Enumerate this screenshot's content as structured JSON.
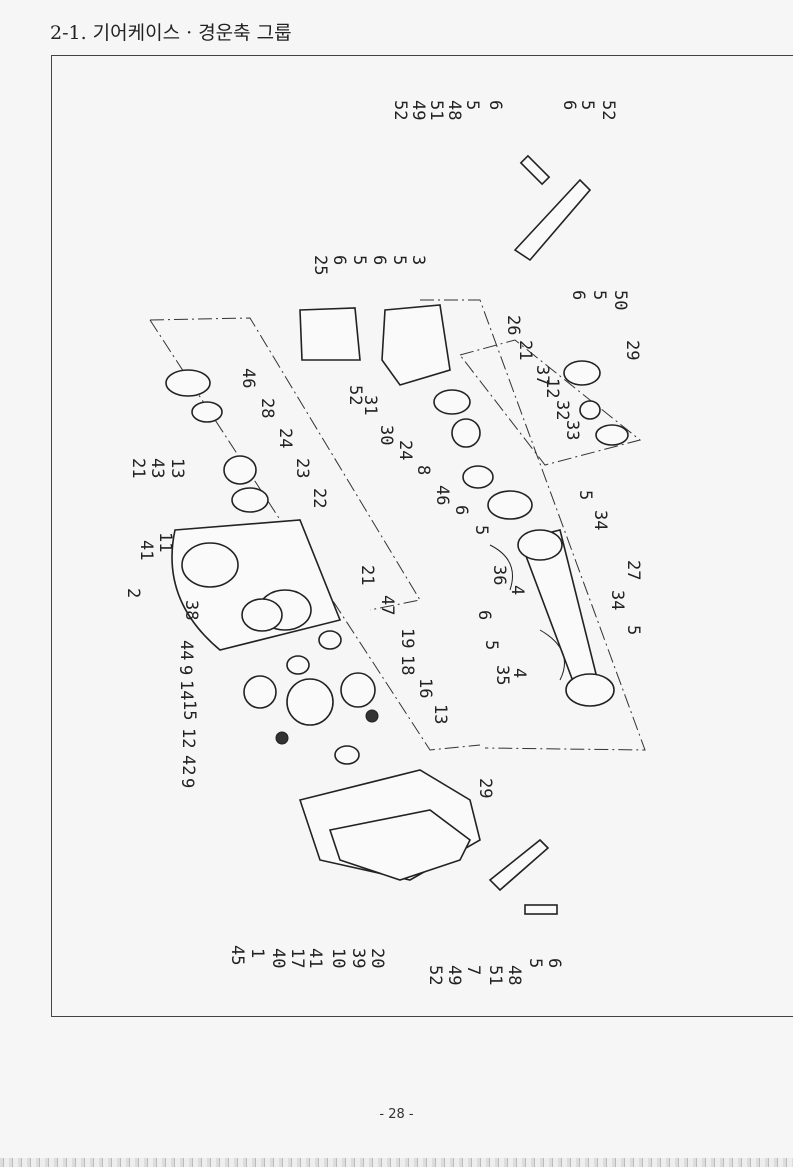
{
  "header": {
    "title": "2-1. 기어케이스 · 경운축 그룹"
  },
  "diagram": {
    "part_labels": [
      "52",
      "49",
      "51",
      "48",
      "5",
      "6",
      "6",
      "5",
      "52",
      "6",
      "5",
      "50",
      "25",
      "6",
      "5",
      "6",
      "5",
      "3",
      "52",
      "31",
      "30",
      "24",
      "8",
      "46",
      "6",
      "5",
      "36",
      "4",
      "6",
      "5",
      "35",
      "4",
      "26",
      "21",
      "37",
      "12",
      "32",
      "33",
      "29",
      "5",
      "34",
      "27",
      "34",
      "5",
      "46",
      "28",
      "24",
      "23",
      "22",
      "21",
      "43",
      "13",
      "11",
      "41",
      "2",
      "38",
      "44",
      "9",
      "14",
      "15",
      "12",
      "42",
      "9",
      "21",
      "47",
      "19",
      "18",
      "16",
      "13",
      "45",
      "1",
      "40",
      "17",
      "41",
      "10",
      "39",
      "20",
      "29",
      "52",
      "49",
      "7",
      "51",
      "48",
      "5",
      "6"
    ]
  },
  "footer": {
    "page_number": "- 28 -"
  }
}
